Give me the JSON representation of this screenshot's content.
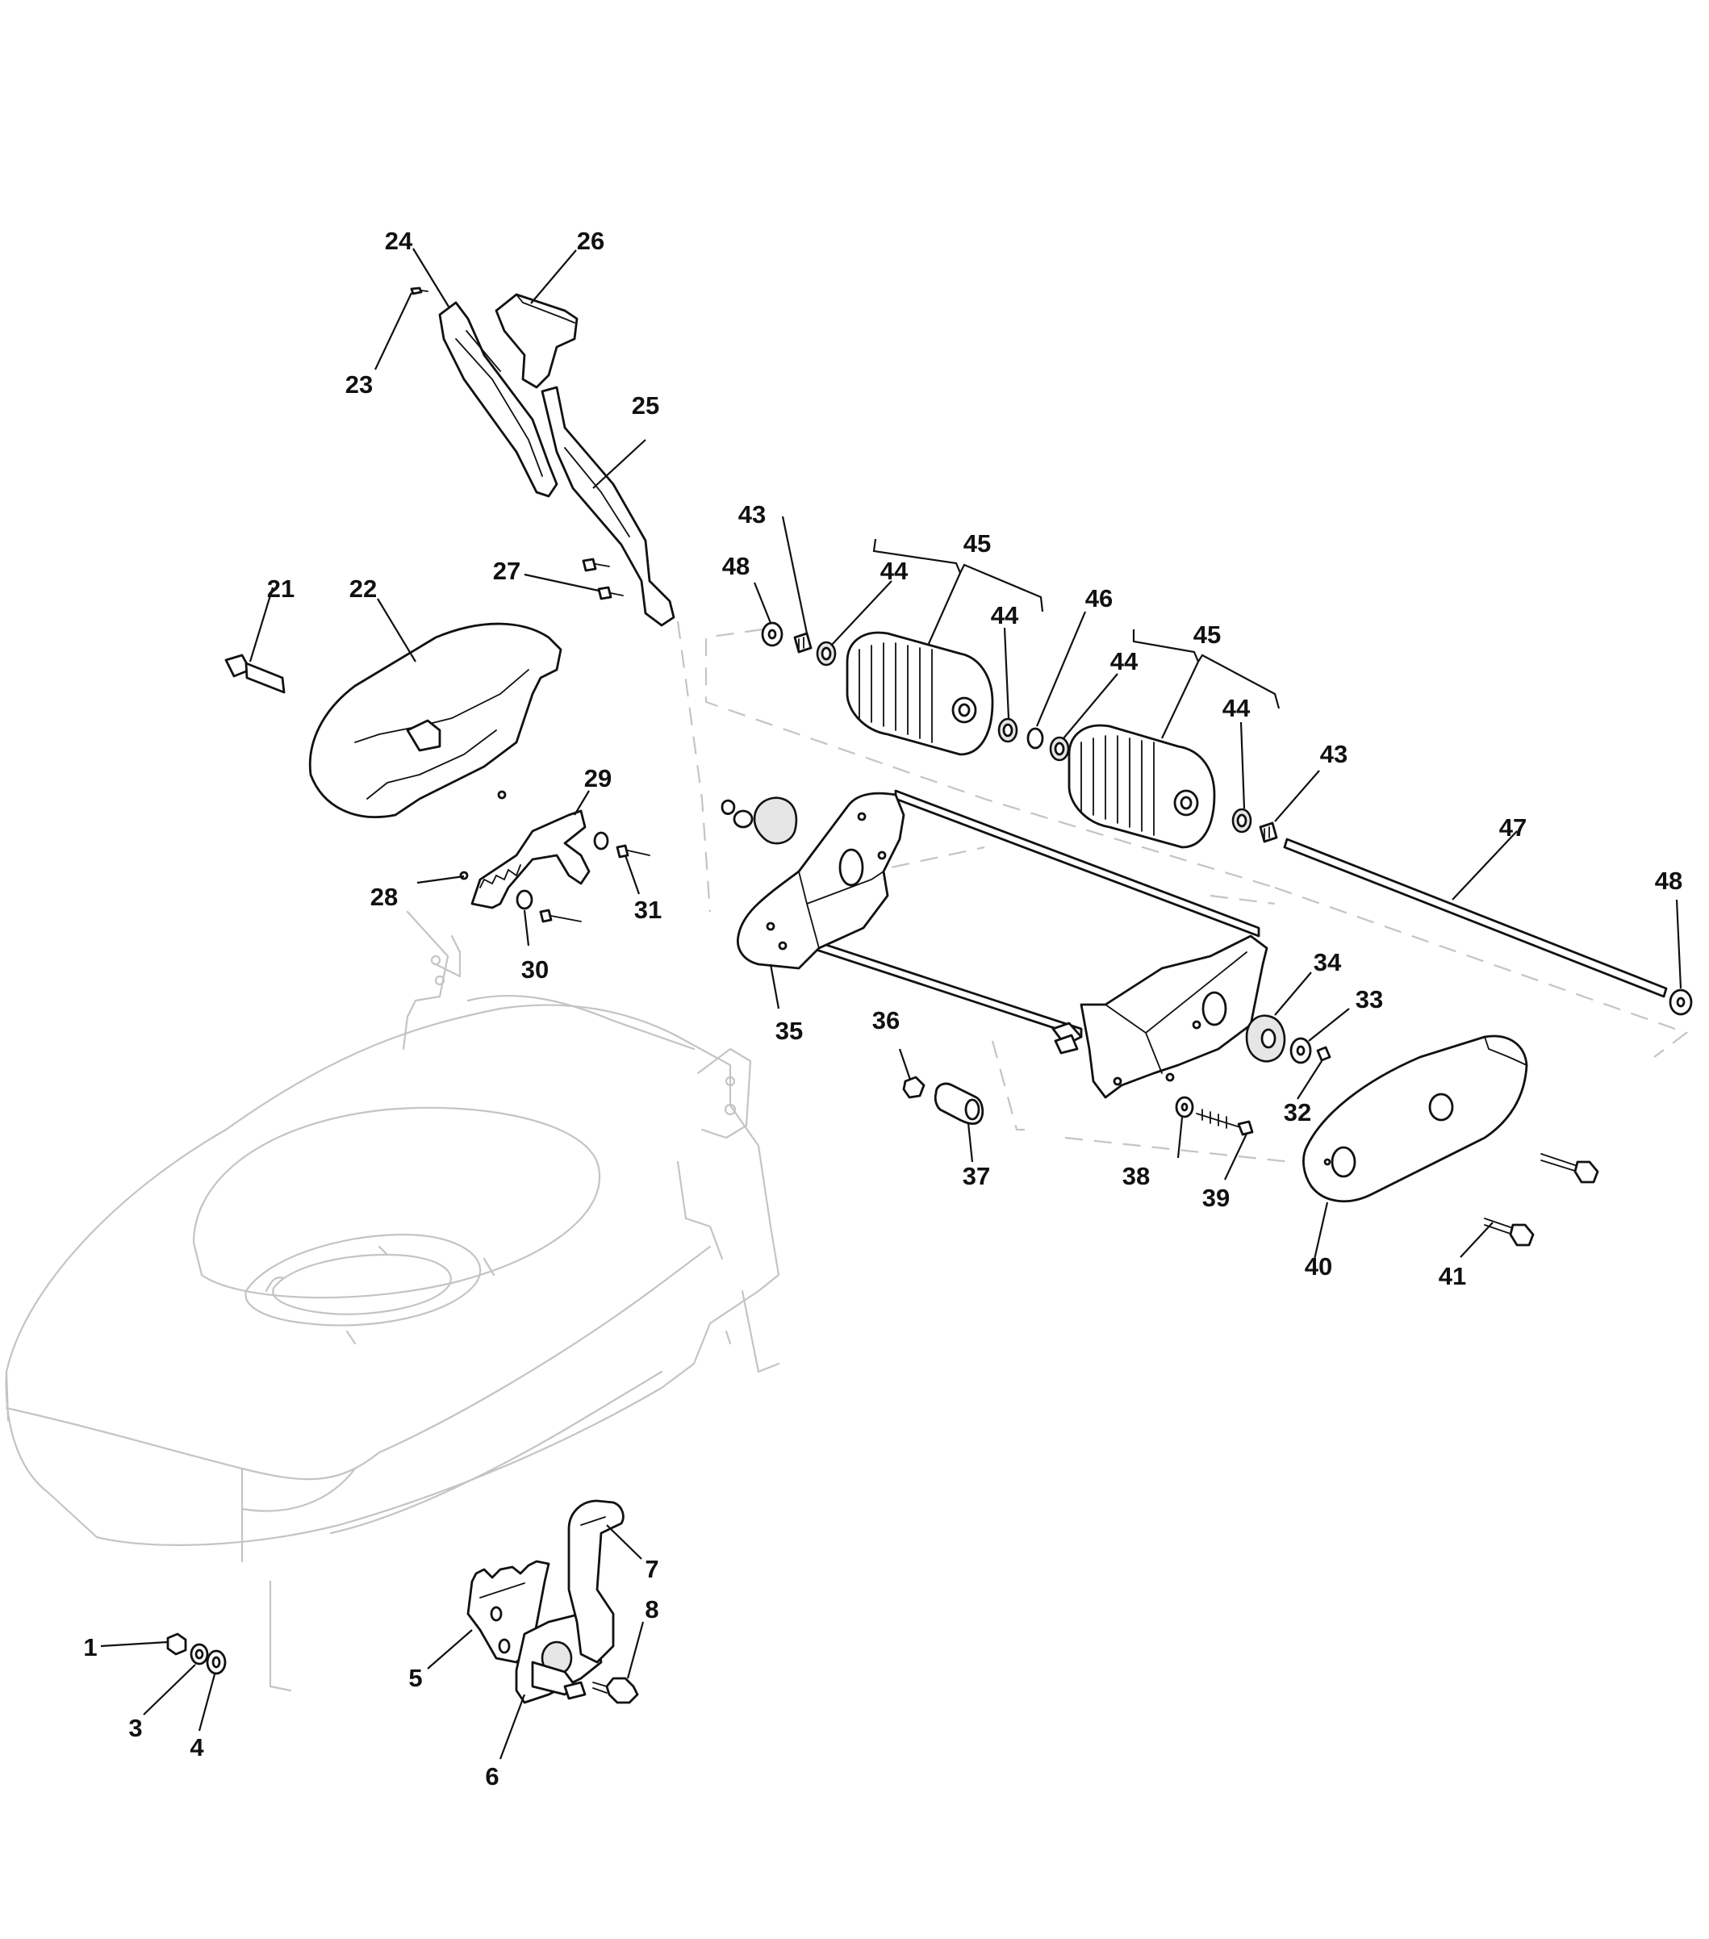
{
  "labels": {
    "l1": "1",
    "l3": "3",
    "l4": "4",
    "l5": "5",
    "l6": "6",
    "l7": "7",
    "l8": "8",
    "l21": "21",
    "l22": "22",
    "l23": "23",
    "l24": "24",
    "l25": "25",
    "l26": "26",
    "l27": "27",
    "l28": "28",
    "l29": "29",
    "l30": "30",
    "l31": "31",
    "l32": "32",
    "l33": "33",
    "l34": "34",
    "l35": "35",
    "l36": "36",
    "l37": "37",
    "l38": "38",
    "l39": "39",
    "l40": "40",
    "l41": "41",
    "l43a": "43",
    "l43b": "43",
    "l44a": "44",
    "l44b": "44",
    "l44c": "44",
    "l44d": "44",
    "l45a": "45",
    "l45b": "45",
    "l46": "46",
    "l47": "47",
    "l48a": "48",
    "l48b": "48"
  },
  "colors": {
    "line": "#111111",
    "ghost": "#c4c4c4",
    "fill": "#ffffff",
    "shade": "#e6e6e6"
  }
}
